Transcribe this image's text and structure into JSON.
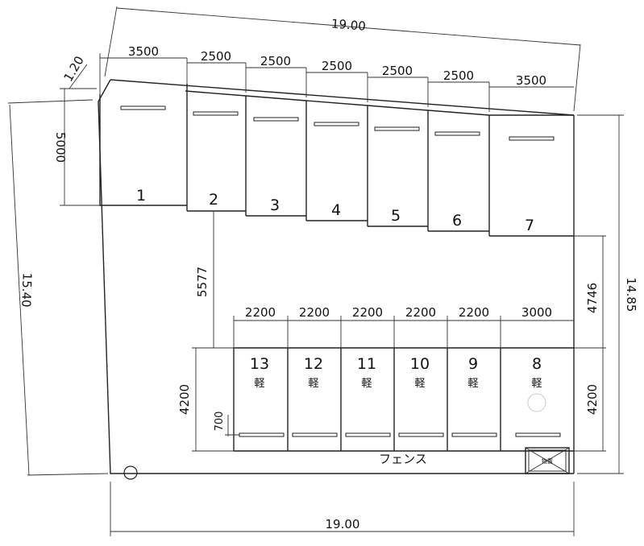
{
  "dimensions": {
    "top_width": "19.00",
    "bottom_width": "19.00",
    "left_length": "15.40",
    "right_length": "14.85",
    "corner_cut": "1.20",
    "upper_depth": "5000",
    "aisle_width": "5577",
    "right_upper_gap": "4746",
    "lower_depth_left": "4200",
    "lower_depth_right": "4200",
    "fence_setback": "700",
    "upper_widths": [
      "3500",
      "2500",
      "2500",
      "2500",
      "2500",
      "2500",
      "3500"
    ],
    "lower_widths": [
      "2200",
      "2200",
      "2200",
      "2200",
      "2200",
      "3000"
    ]
  },
  "upper_spaces": [
    "1",
    "2",
    "3",
    "4",
    "5",
    "6",
    "7"
  ],
  "lower_spaces": [
    {
      "number": "13",
      "type": "軽"
    },
    {
      "number": "12",
      "type": "軽"
    },
    {
      "number": "11",
      "type": "軽"
    },
    {
      "number": "10",
      "type": "軽"
    },
    {
      "number": "9",
      "type": "軽"
    },
    {
      "number": "8",
      "type": "軽"
    }
  ],
  "fence_label": "フェンス",
  "storage_label": "物置"
}
